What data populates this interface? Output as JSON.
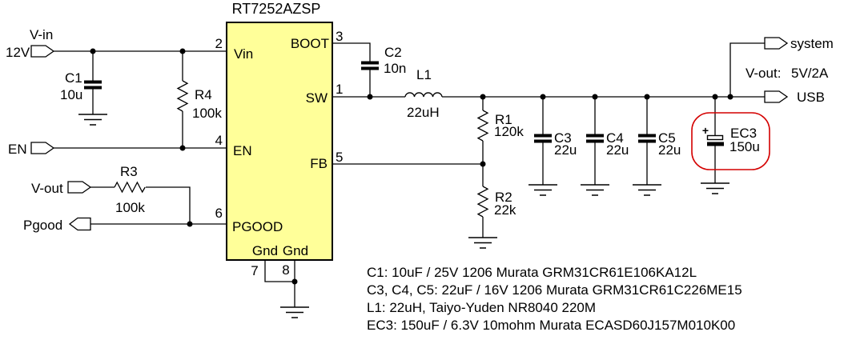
{
  "ic": {
    "part_number": "RT7252AZSP",
    "pins": {
      "vin": {
        "num": "2",
        "label": "Vin"
      },
      "boot": {
        "num": "3",
        "label": "BOOT"
      },
      "sw": {
        "num": "1",
        "label": "SW"
      },
      "en": {
        "num": "4",
        "label": "EN"
      },
      "fb": {
        "num": "5",
        "label": "FB"
      },
      "pgood": {
        "num": "6",
        "label": "PGOOD"
      },
      "gnd7": {
        "num": "7",
        "label": "Gnd"
      },
      "gnd8": {
        "num": "8",
        "label": "Gnd"
      }
    }
  },
  "ports": {
    "vin": {
      "name": "V-in",
      "voltage": "12V"
    },
    "en": {
      "name": "EN"
    },
    "vout_sense": {
      "name": "V-out"
    },
    "pgood": {
      "name": "Pgood"
    },
    "system": {
      "name": "system"
    },
    "usb": {
      "name": "USB"
    }
  },
  "output_rating": {
    "label": "V-out:",
    "value": "5V/2A"
  },
  "components": {
    "c1": {
      "ref": "C1",
      "value": "10u"
    },
    "c2": {
      "ref": "C2",
      "value": "10n"
    },
    "c3": {
      "ref": "C3",
      "value": "22u"
    },
    "c4": {
      "ref": "C4",
      "value": "22u"
    },
    "c5": {
      "ref": "C5",
      "value": "22u"
    },
    "ec3": {
      "ref": "EC3",
      "value": "150u",
      "polarity": "+"
    },
    "l1": {
      "ref": "L1",
      "value": "22uH"
    },
    "r1": {
      "ref": "R1",
      "value": "120k"
    },
    "r2": {
      "ref": "R2",
      "value": "22k"
    },
    "r3": {
      "ref": "R3",
      "value": "100k"
    },
    "r4": {
      "ref": "R4",
      "value": "100k"
    }
  },
  "notes": [
    "C1: 10uF / 25V 1206 Murata GRM31CR61E106KA12L",
    "C3, C4, C5: 22uF / 16V 1206 Murata GRM31CR61C226ME15",
    "L1: 22uH, Taiyo-Yuden NR8040 220M",
    "EC3: 150uF / 6.3V 10mohm Murata ECASD60J157M010K00"
  ],
  "colors": {
    "ic_fill": "#ffff99",
    "highlight": "#d40000",
    "wire": "#000000"
  }
}
